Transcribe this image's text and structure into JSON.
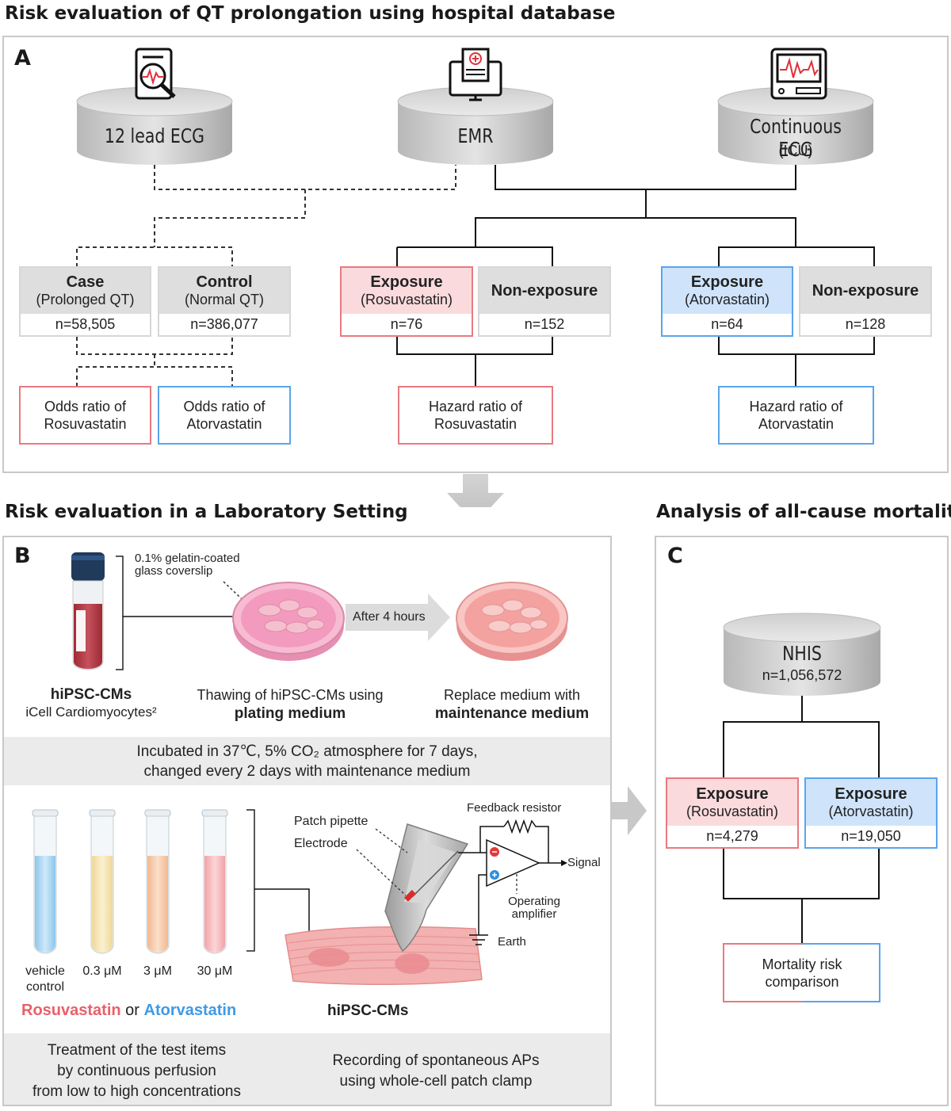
{
  "titles": {
    "top": "Risk evaluation of QT prolongation using hospital database",
    "lab": "Risk evaluation in a Laboratory Setting",
    "mortality": "Analysis of all-cause mortality"
  },
  "panel_labels": {
    "a": "A",
    "b": "B",
    "c": "C"
  },
  "panel_a": {
    "databases": {
      "ecg12": "12 lead ECG",
      "emr": "EMR",
      "cont_ecg": "Continuous ECG",
      "cont_ecg_sub": "(ICU)"
    },
    "groups": {
      "case": {
        "title": "Case",
        "sub": "(Prolonged QT)",
        "n": "n=58,505"
      },
      "control": {
        "title": "Control",
        "sub": "(Normal QT)",
        "n": "n=386,077"
      },
      "exp_rosu": {
        "title": "Exposure",
        "sub": "(Rosuvastatin)",
        "n": "n=76"
      },
      "nonexp_rosu": {
        "title": "Non-exposure",
        "n": "n=152"
      },
      "exp_ator": {
        "title": "Exposure",
        "sub": "(Atorvastatin)",
        "n": "n=64"
      },
      "nonexp_ator": {
        "title": "Non-exposure",
        "n": "n=128"
      }
    },
    "results": {
      "or_rosu_1": "Odds ratio of",
      "or_rosu_2": "Rosuvastatin",
      "or_ator_1": "Odds ratio of",
      "or_ator_2": "Atorvastatin",
      "hr_rosu_1": "Hazard ratio of",
      "hr_rosu_2": "Rosuvastatin",
      "hr_ator_1": "Hazard ratio of",
      "hr_ator_2": "Atorvastatin"
    }
  },
  "panel_b": {
    "coverslip_1": "0.1% gelatin-coated",
    "coverslip_2": "glass coverslip",
    "after": "After 4 hours",
    "cells_title": "hiPSC-CMs",
    "cells_sub": "iCell Cardiomyocytes²",
    "thaw_1": "Thawing of hiPSC-CMs using",
    "thaw_2": "plating medium",
    "replace_1": "Replace medium with",
    "replace_2": "maintenance medium",
    "incubate_1": "Incubated in 37℃, 5% CO₂ atmosphere for 7 days,",
    "incubate_2": "changed every 2 days with maintenance medium",
    "tubes": [
      "vehicle",
      "0.3 μM",
      "3 μM",
      "30 μM"
    ],
    "tube_vehicle_2": "control",
    "drug_r": "Rosuvastatin",
    "drug_or": " or ",
    "drug_a": "Atorvastatin",
    "patch_pipette": "Patch pipette",
    "electrode": "Electrode",
    "feedback": "Feedback resistor",
    "signal": "Signal",
    "op_amp_1": "Operating",
    "op_amp_2": "amplifier",
    "earth": "Earth",
    "cells_bottom": "hiPSC-CMs",
    "treat_1": "Treatment of the test items",
    "treat_2": "by continuous perfusion",
    "treat_3": "from low to high concentrations",
    "record_1": "Recording of spontaneous APs",
    "record_2": "using whole-cell patch clamp"
  },
  "panel_c": {
    "db": "NHIS",
    "db_n": "n=1,056,572",
    "exp_rosu": {
      "title": "Exposure",
      "sub": "(Rosuvastatin)",
      "n": "n=4,279"
    },
    "exp_ator": {
      "title": "Exposure",
      "sub": "(Atorvastatin)",
      "n": "n=19,050"
    },
    "result_1": "Mortality risk",
    "result_2": "comparison"
  },
  "colors": {
    "rosuvastatin": "#e8606a",
    "atorvastatin": "#3f9ae6",
    "box_red_fill": "#fadadc",
    "box_blue_fill": "#cfe4fb",
    "box_grey_fill": "#dedede",
    "panel_border": "#c8c8c8"
  }
}
